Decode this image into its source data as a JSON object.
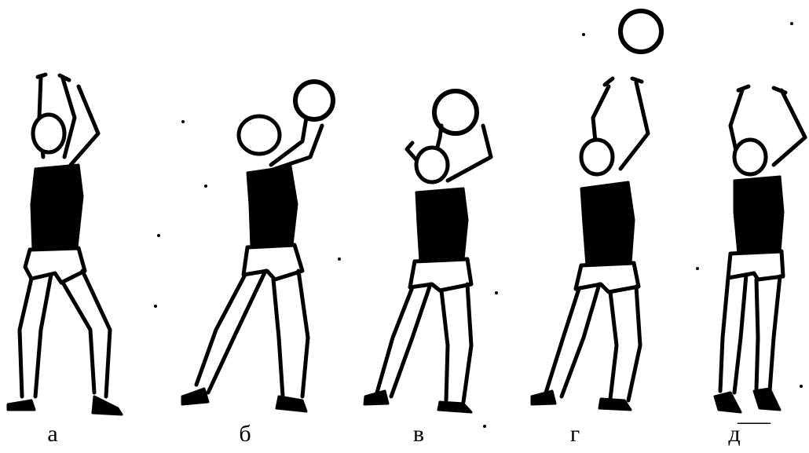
{
  "figures": [
    {
      "id": "a",
      "label": "а",
      "ball_visible": false
    },
    {
      "id": "b",
      "label": "б",
      "ball_visible": true
    },
    {
      "id": "v",
      "label": "в",
      "ball_visible": true
    },
    {
      "id": "g",
      "label": "г",
      "ball_visible": true
    },
    {
      "id": "d",
      "label": "д",
      "ball_visible": false
    }
  ],
  "colors": {
    "ink": "#000000",
    "paper": "#ffffff"
  }
}
